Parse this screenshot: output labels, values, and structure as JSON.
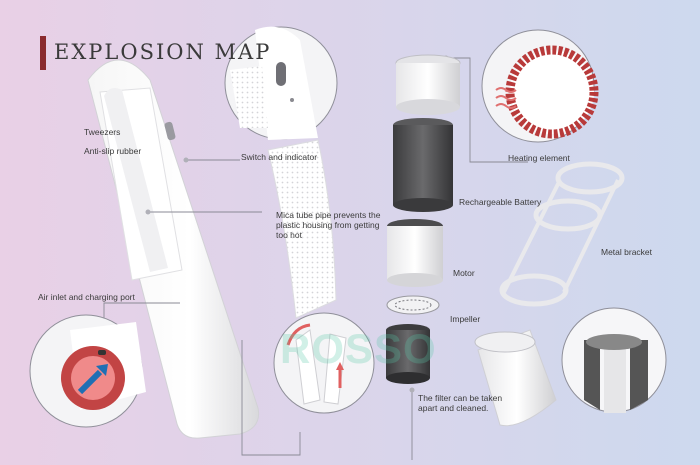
{
  "title": "EXPLOSION MAP",
  "colors": {
    "accent": "#8a2a2e",
    "heater": "#b83a3a",
    "battery": "#4a4a4a",
    "watermark": "#5ac8aa"
  },
  "labels": {
    "tweezers": "Tweezers",
    "anti_slip_rubber": "Anti-slip rubber",
    "switch_and_indicator": "Switch and indicator",
    "mica_tube": "Mica tube pipe prevents the plastic housing from getting too hot",
    "air_inlet": "Air inlet and charging port",
    "heating_element": "Heating element",
    "rechargeable_battery": "Rechargeable Battery",
    "metal_bracket": "Metal bracket",
    "motor": "Motor",
    "impeller": "Impeller",
    "filter": "The filter can be taken apart and cleaned."
  },
  "watermark": "ROSSO"
}
